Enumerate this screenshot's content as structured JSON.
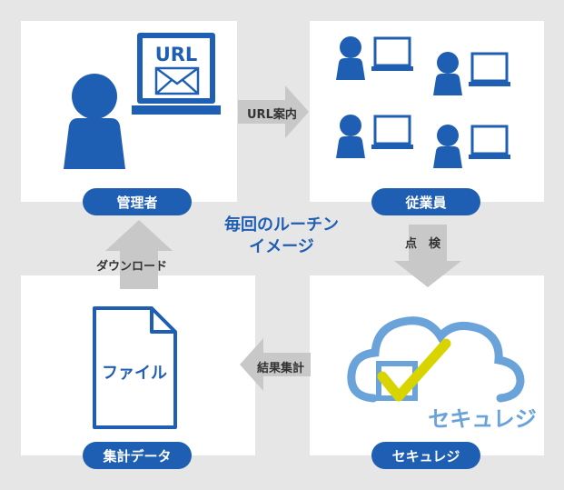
{
  "nodes": {
    "admin": {
      "label": "管理者"
    },
    "employees": {
      "label": "従業員"
    },
    "securegi": {
      "label": "セキュレジ",
      "logo_text": "セキュレジ"
    },
    "aggregate": {
      "label": "集計データ"
    }
  },
  "arrows": {
    "url": "URL案内",
    "check": "点　検",
    "results": "結果集計",
    "download": "ダウンロード"
  },
  "center_title": {
    "line1": "毎回のルーチン",
    "line2": "イメージ"
  },
  "icons": {
    "url_text": "URL",
    "file_text": "ファイル"
  },
  "colors": {
    "brand_blue": "#1f5fb3",
    "cloud_blue": "#6aa3da",
    "check_yellow": "#d8d400",
    "arrow_gray": "#c8c8c8",
    "panel_bg": "#ffffff",
    "page_bg": "#e6e6e6"
  }
}
